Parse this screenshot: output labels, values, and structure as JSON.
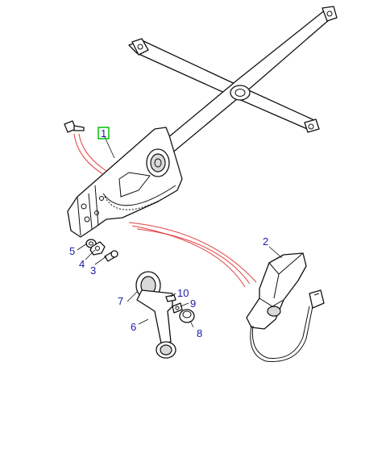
{
  "diagram": {
    "callouts": [
      {
        "id": "1",
        "label": "1",
        "highlighted": true
      },
      {
        "id": "2",
        "label": "2"
      },
      {
        "id": "3",
        "label": "3"
      },
      {
        "id": "4",
        "label": "4"
      },
      {
        "id": "5",
        "label": "5"
      },
      {
        "id": "6",
        "label": "6"
      },
      {
        "id": "7",
        "label": "7"
      },
      {
        "id": "8",
        "label": "8"
      },
      {
        "id": "9",
        "label": "9"
      },
      {
        "id": "10",
        "label": "10"
      }
    ],
    "colors": {
      "callout_text": "#1a1aa6",
      "highlight_box": "#19c219",
      "leader_red": "#e02020",
      "line": "#111111",
      "background": "#ffffff"
    }
  }
}
